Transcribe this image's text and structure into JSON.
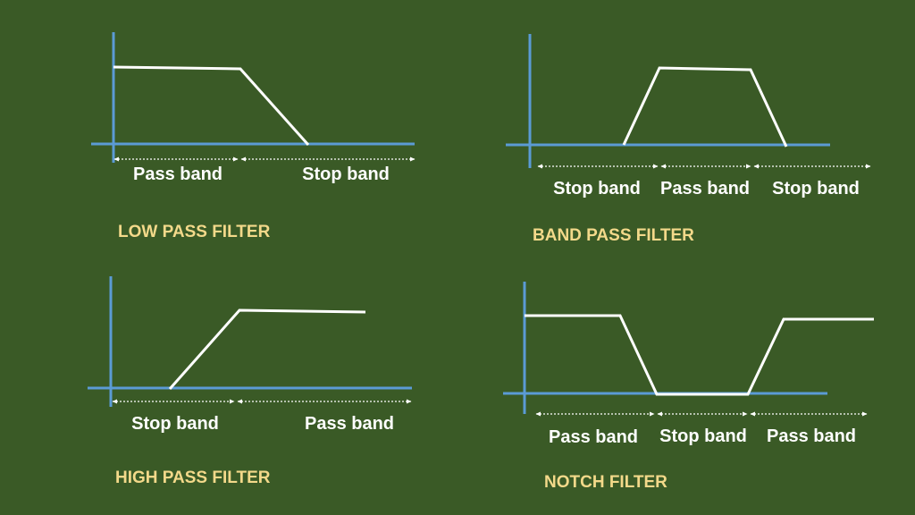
{
  "colors": {
    "background": "#3a5a26",
    "axis": "#5b9bd5",
    "response_curve": "#ffffff",
    "band_marker": "#ffffff",
    "title_text": "#f3d98a",
    "label_text": "#ffffff"
  },
  "filters": [
    {
      "id": "low-pass",
      "title": "LOW PASS FILTER",
      "bands": [
        "Pass band",
        "Stop band"
      ]
    },
    {
      "id": "band-pass",
      "title": "BAND PASS FILTER",
      "bands": [
        "Stop band",
        "Pass band",
        "Stop band"
      ]
    },
    {
      "id": "high-pass",
      "title": "HIGH PASS FILTER",
      "bands": [
        "Stop band",
        "Pass band"
      ]
    },
    {
      "id": "notch",
      "title": "NOTCH FILTER",
      "bands": [
        "Pass band",
        "Stop band",
        "Pass band"
      ]
    }
  ]
}
